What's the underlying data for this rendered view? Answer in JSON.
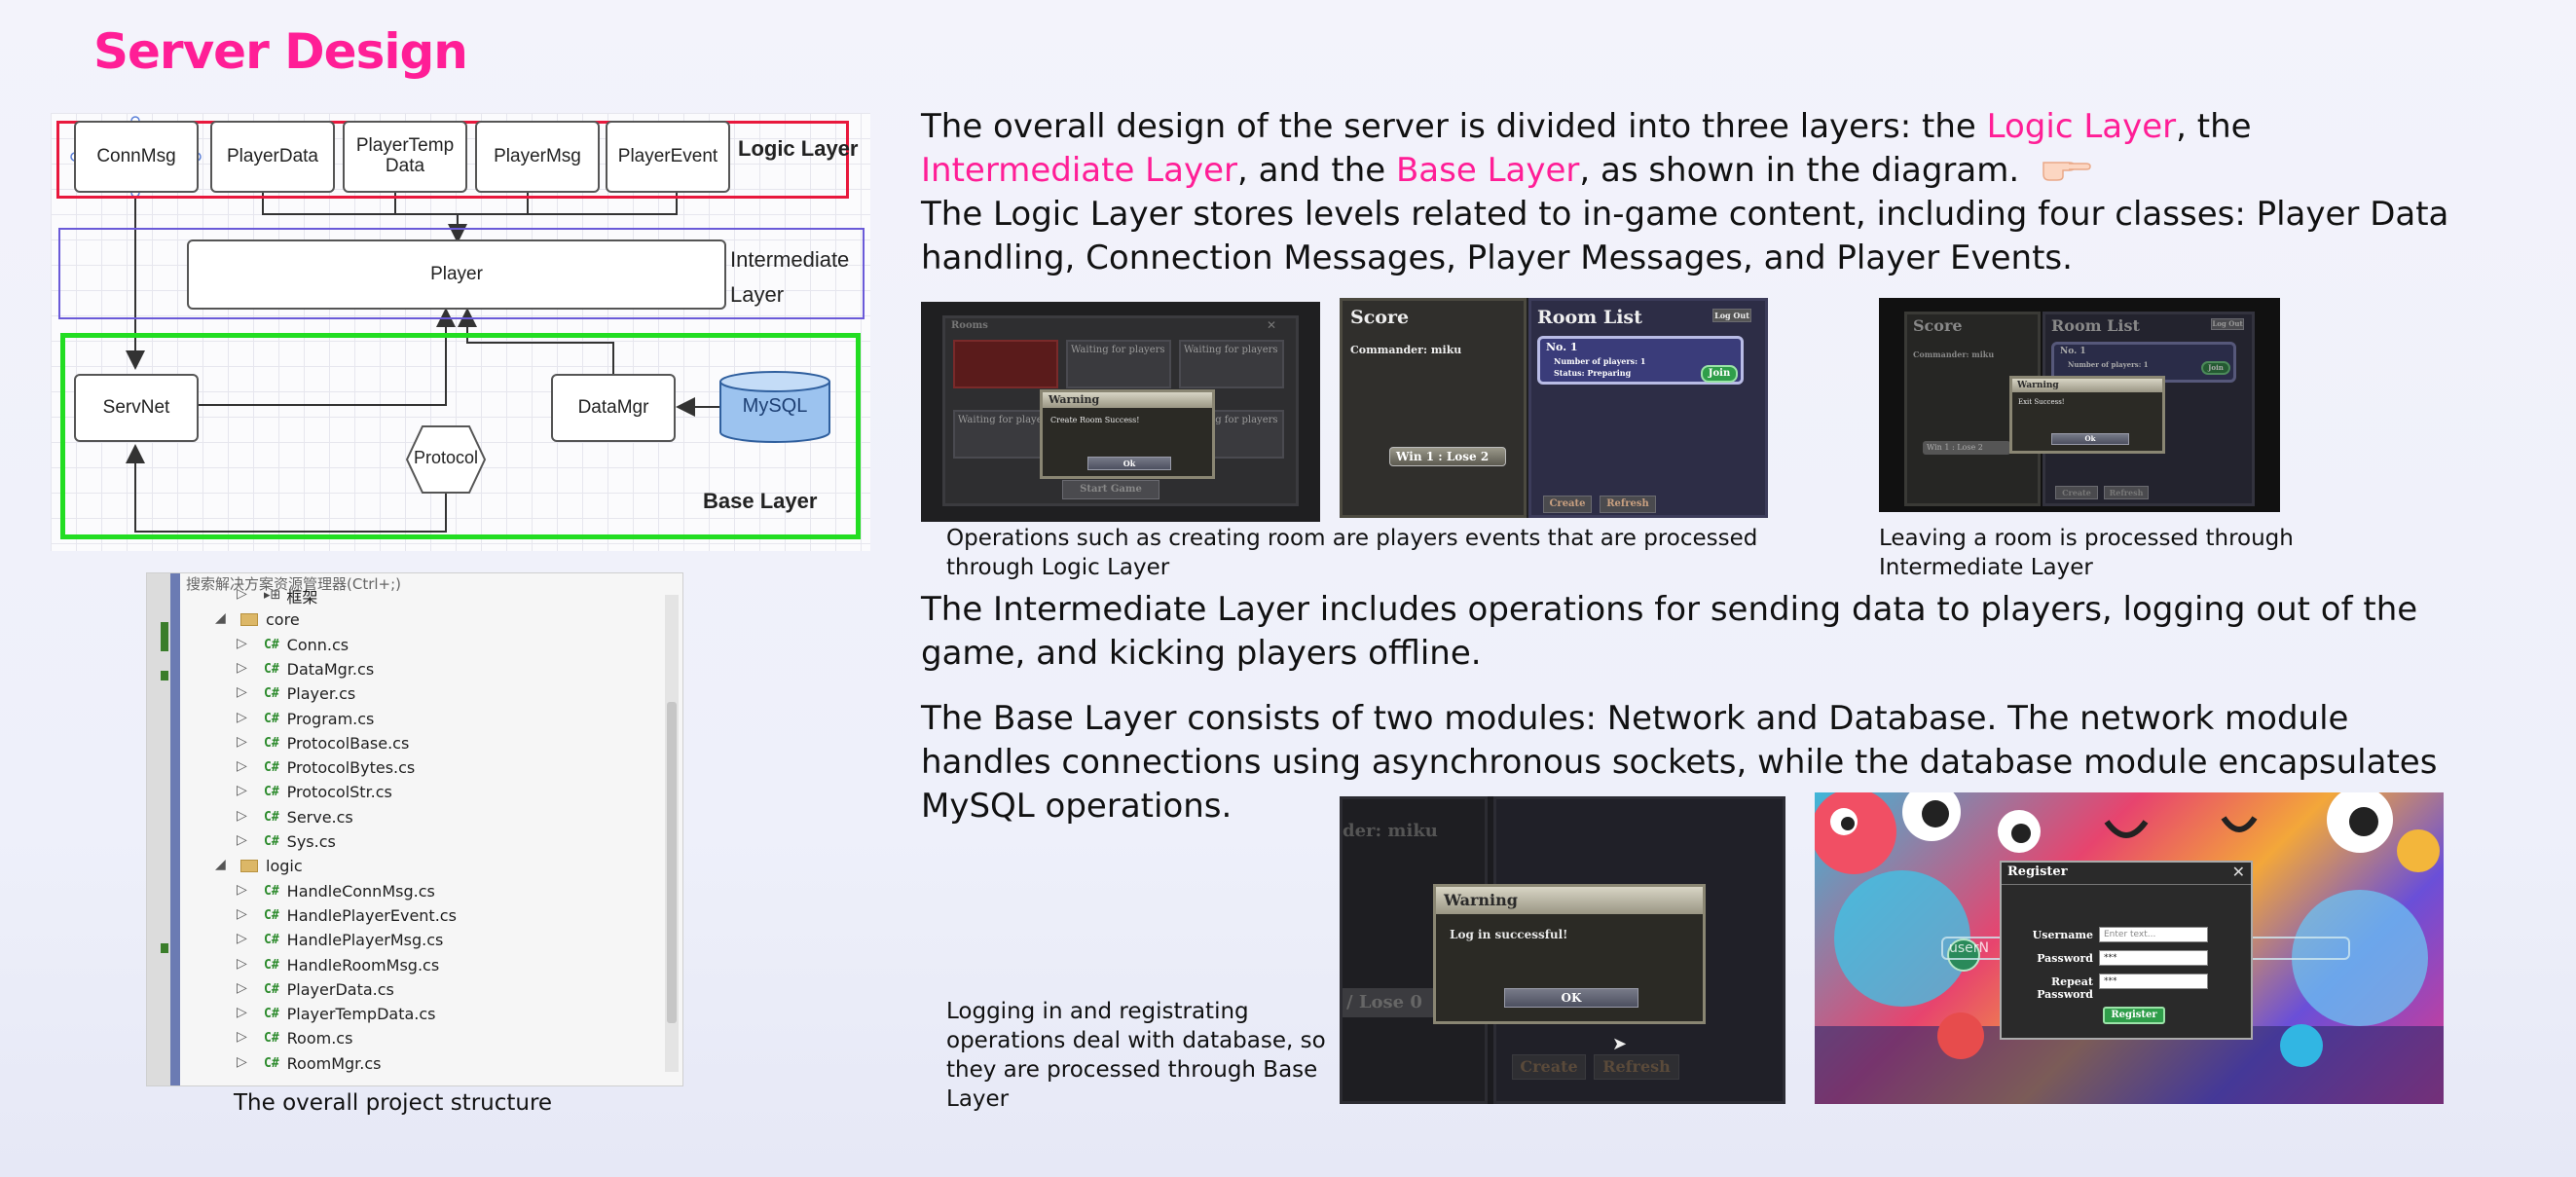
{
  "title": "Server Design",
  "diagram": {
    "nodes": {
      "connmsg": "ConnMsg",
      "playerdata": "PlayerData",
      "playertempdata": "PlayerTemp Data",
      "playermsg": "PlayerMsg",
      "playerevent": "PlayerEvent",
      "player": "Player",
      "servnet": "ServNet",
      "datamgr": "DataMgr",
      "mysql": "MySQL",
      "protocol": "Protocol"
    },
    "layers": {
      "logic": "Logic Layer",
      "intermediate_1": "Intermediate",
      "intermediate_2": "Layer",
      "base": "Base Layer"
    },
    "colors": {
      "logic": "#e8183c",
      "intermediate": "#6a5ad8",
      "base": "#22dd22"
    }
  },
  "tree": {
    "header": "搜索解决方案资源管理器(Ctrl+;)",
    "items": [
      {
        "kind": "fw",
        "label": "框架",
        "level": 1
      },
      {
        "kind": "folder",
        "label": "core",
        "level": 0
      },
      {
        "kind": "cs",
        "label": "Conn.cs",
        "level": 1
      },
      {
        "kind": "cs",
        "label": "DataMgr.cs",
        "level": 1
      },
      {
        "kind": "cs",
        "label": "Player.cs",
        "level": 1
      },
      {
        "kind": "cs",
        "label": "Program.cs",
        "level": 1
      },
      {
        "kind": "cs",
        "label": "ProtocolBase.cs",
        "level": 1
      },
      {
        "kind": "cs",
        "label": "ProtocolBytes.cs",
        "level": 1
      },
      {
        "kind": "cs",
        "label": "ProtocolStr.cs",
        "level": 1
      },
      {
        "kind": "cs",
        "label": "Serve.cs",
        "level": 1
      },
      {
        "kind": "cs",
        "label": "Sys.cs",
        "level": 1
      },
      {
        "kind": "folder",
        "label": "logic",
        "level": 0
      },
      {
        "kind": "cs",
        "label": "HandleConnMsg.cs",
        "level": 1
      },
      {
        "kind": "cs",
        "label": "HandlePlayerEvent.cs",
        "level": 1
      },
      {
        "kind": "cs",
        "label": "HandlePlayerMsg.cs",
        "level": 1
      },
      {
        "kind": "cs",
        "label": "HandleRoomMsg.cs",
        "level": 1
      },
      {
        "kind": "cs",
        "label": "PlayerData.cs",
        "level": 1
      },
      {
        "kind": "cs",
        "label": "PlayerTempData.cs",
        "level": 1
      },
      {
        "kind": "cs",
        "label": "Room.cs",
        "level": 1
      },
      {
        "kind": "cs",
        "label": "RoomMgr.cs",
        "level": 1
      }
    ],
    "caption": "The overall project structure"
  },
  "text": {
    "p1": {
      "a": "The overall design of the server is divided into three layers: the ",
      "logic": "Logic Layer",
      "b": ", the ",
      "intermediate": "Intermediate Layer",
      "c": ", and the ",
      "base": "Base Layer",
      "d": ", as shown in the diagram."
    },
    "p2": "The Logic Layer stores levels related to in-game content, including four classes: Player Data handling, Connection Messages, Player Messages, and Player Events.",
    "p3": "The Intermediate Layer includes operations for sending data to players, logging out of the game, and kicking players offline.",
    "p4": "The Base Layer consists of two modules: Network and Database. The network module handles connections using asynchronous sockets, while the database module encapsulates MySQL operations."
  },
  "captions": {
    "create_room": "Operations such as creating room are players events that are processed through Logic Layer",
    "leave_room": "Leaving a room is processed through Intermediate Layer",
    "login": "Logging in and registrating operations deal with database, so they are processed through Base Layer"
  },
  "shots": {
    "create": {
      "window_title": "Rooms",
      "slot_text": "Waiting for players",
      "warning_title": "Warning",
      "warning_msg": "Create Room Success!",
      "ok": "Ok",
      "start": "Start Game"
    },
    "roomlist": {
      "score": "Score",
      "commander": "Commander: miku",
      "record": "Win 1 : Lose 2",
      "room_list": "Room List",
      "logout": "Log Out",
      "room_no": "No. 1",
      "players": "Number of players: 1",
      "status": "Status: Preparing",
      "join": "Join",
      "create": "Create",
      "refresh": "Refresh"
    },
    "leave": {
      "score": "Score",
      "commander": "Commander: miku",
      "record": "Win 1 : Lose 2",
      "room_list": "Room List",
      "logout": "Log Out",
      "room_no": "No. 1",
      "players": "Number of players: 1",
      "join": "Join",
      "warning_title": "Warning",
      "warning_msg": "Exit Success!",
      "ok": "Ok",
      "create": "Create",
      "refresh": "Refresh"
    },
    "login": {
      "commander": "der: miku",
      "record": "/ Lose 0",
      "warning_title": "Warning",
      "warning_msg": "Log in successful!",
      "ok": "OK",
      "create": "Create",
      "refresh": "Refresh"
    },
    "register": {
      "title": "Register",
      "username": "Username",
      "username_ph": "Enter text...",
      "password": "Password",
      "password_val": "***",
      "repeat": "Repeat Password",
      "repeat_val": "***",
      "button": "Register",
      "bg_field": "userN"
    }
  }
}
